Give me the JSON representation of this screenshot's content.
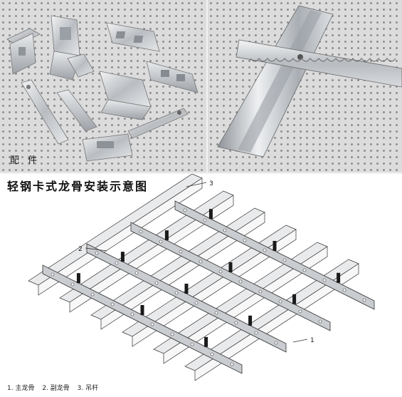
{
  "photo_left": {
    "caption": "配 件"
  },
  "diagram": {
    "title": "轻钢卡式龙骨安装示意图",
    "callouts": [
      "1",
      "2",
      "3"
    ],
    "legend": [
      "1. 主龙骨",
      "2. 副龙骨",
      "3. 吊杆"
    ]
  },
  "colors": {
    "background": "#ffffff",
    "photo_background": "#dcdcdc",
    "metal": "#c9ccd0",
    "line": "#333333"
  }
}
